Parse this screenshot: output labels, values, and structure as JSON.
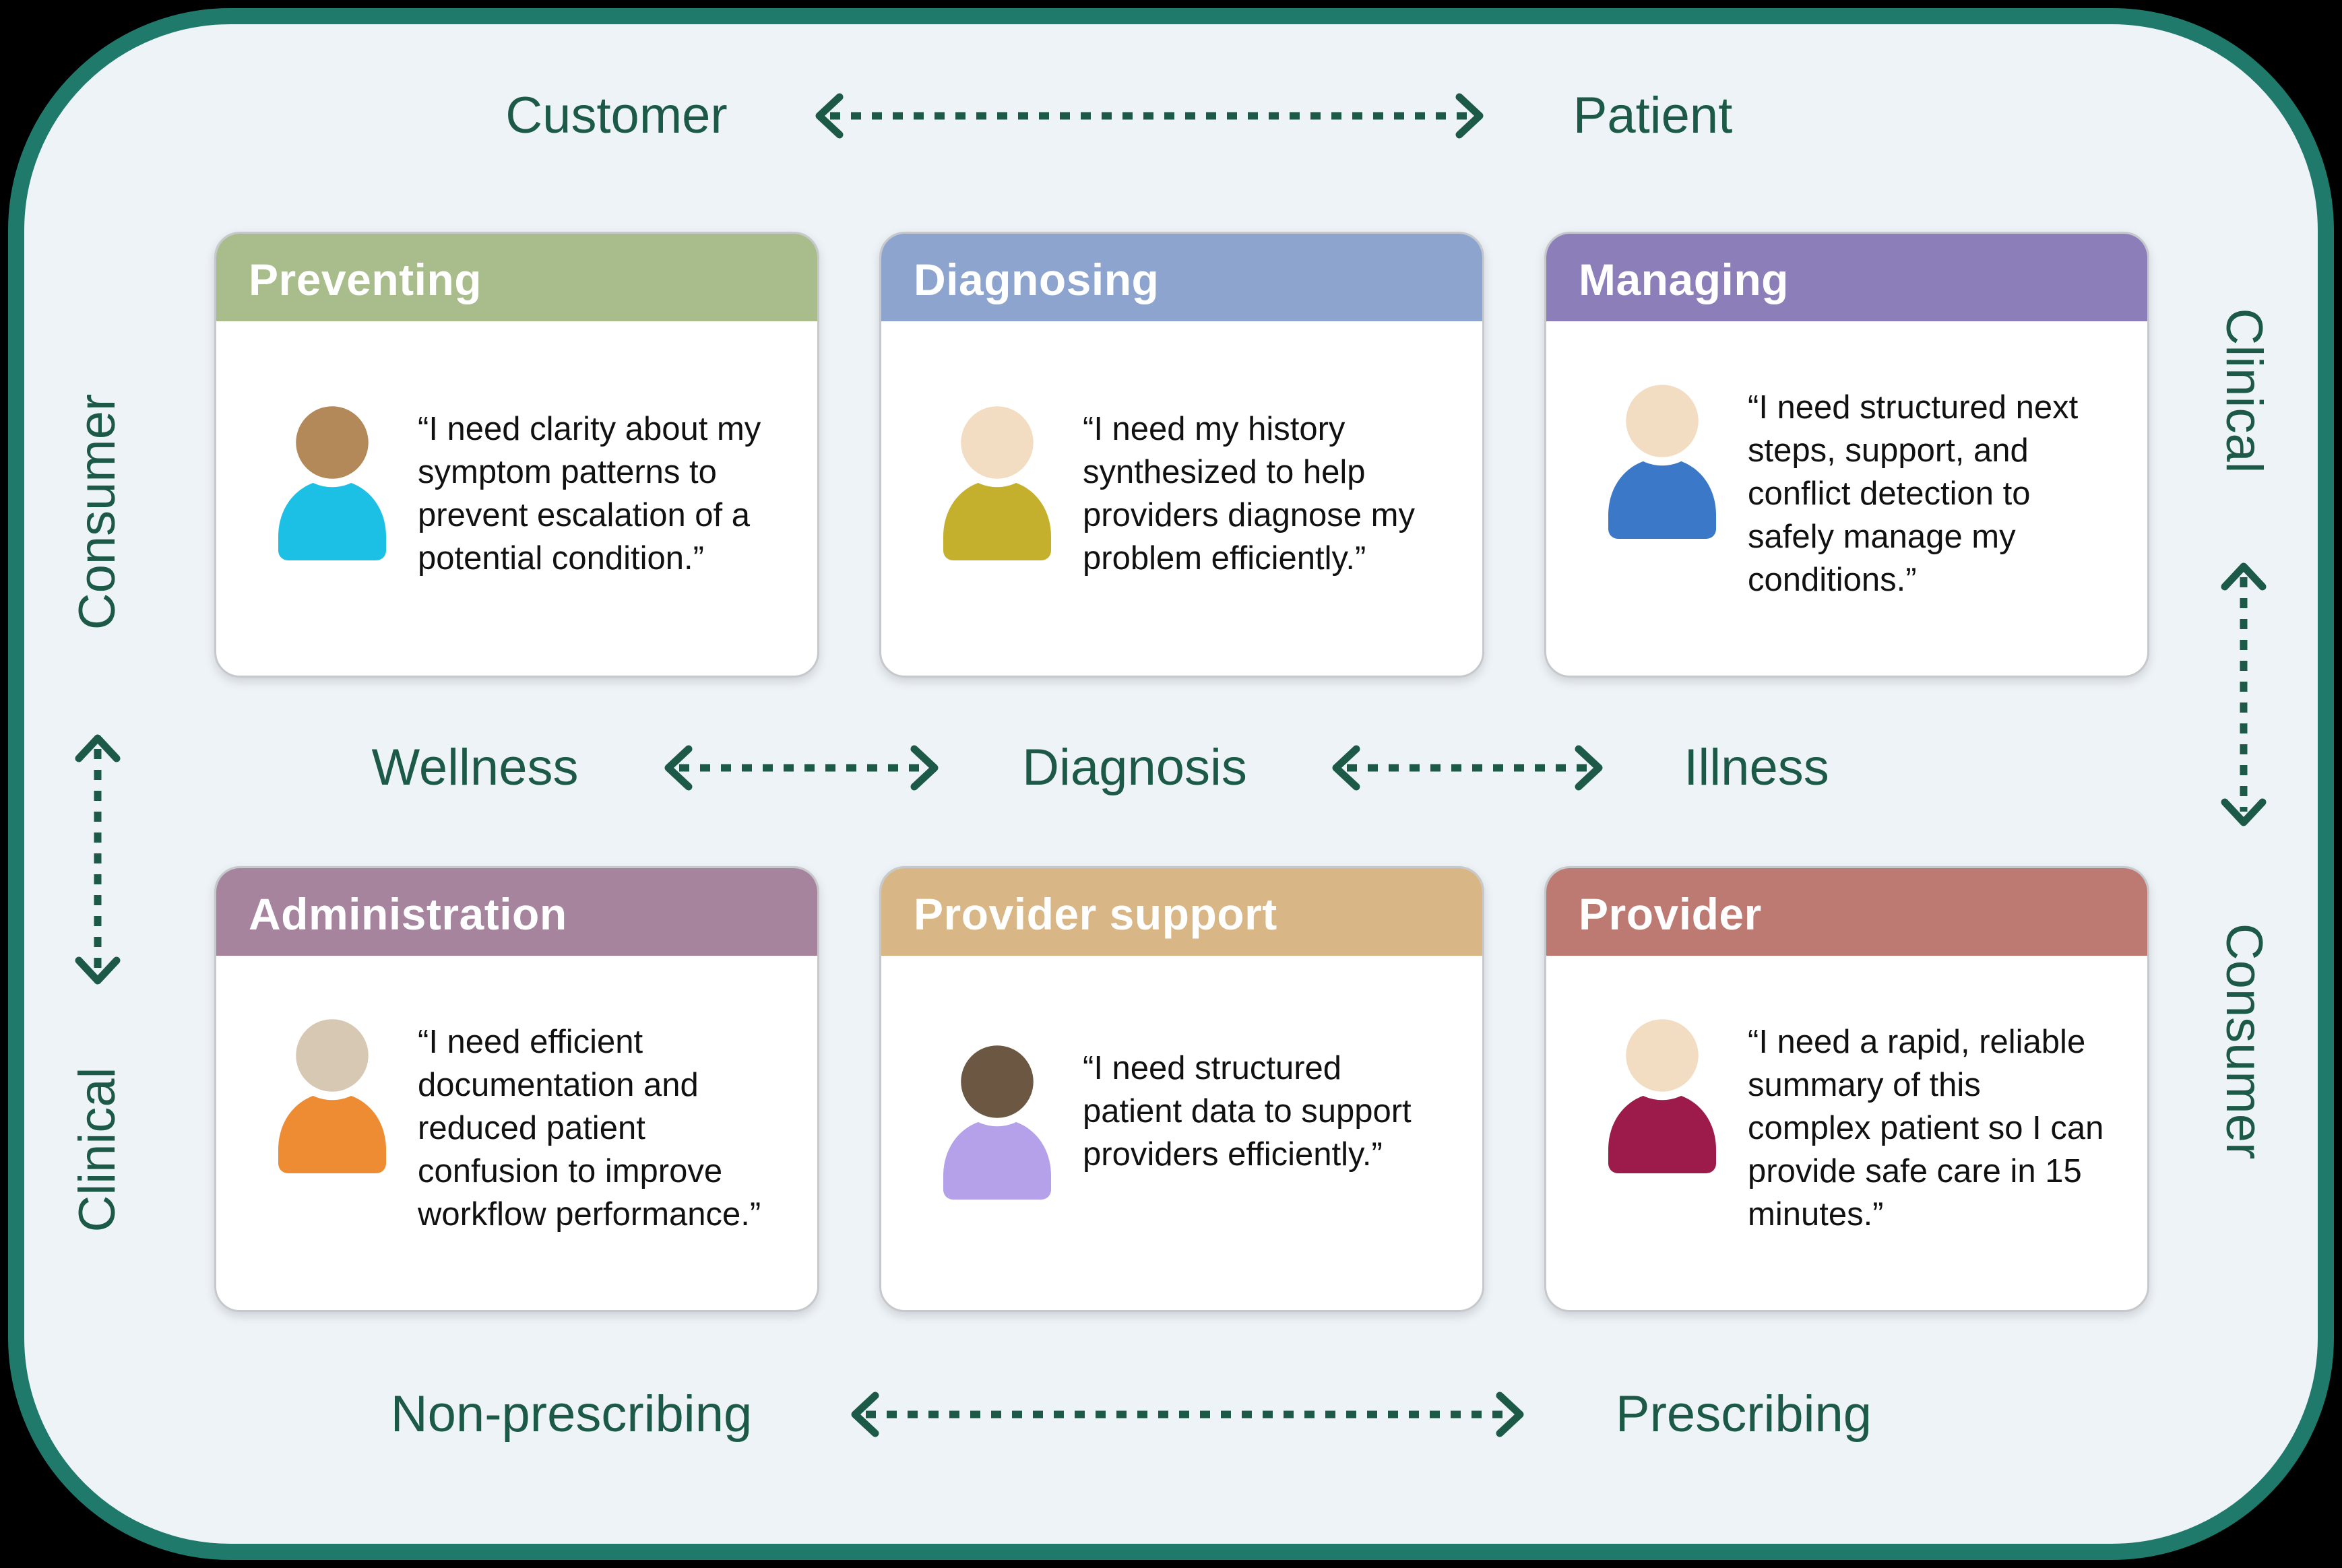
{
  "colors": {
    "page_bg": "#000000",
    "panel_bg": "#eef3f7",
    "panel_border": "#1f7a6b",
    "axis_green": "#1c5a47",
    "quote_text": "#111111",
    "card_border": "#c6c9cc",
    "card_bg": "#ffffff",
    "title_text": "#ffffff"
  },
  "axes": {
    "top": {
      "left": "Customer",
      "right": "Patient"
    },
    "middle": {
      "left": "Wellness",
      "center": "Diagnosis",
      "right": "Illness"
    },
    "bottom": {
      "left": "Non-prescribing",
      "right": "Prescribing"
    },
    "left_side": {
      "top": "Consumer",
      "bottom": "Clinical"
    },
    "right_side": {
      "top": "Clinical",
      "bottom": "Consumer"
    }
  },
  "cards": [
    {
      "title": "Preventing",
      "header_color": "#a8bc8c",
      "head_color": "#b3895a",
      "body_color": "#1cc0e4",
      "quote": "“I need clarity about my symptom patterns to prevent escalation of a potential condition.”"
    },
    {
      "title": "Diagnosing",
      "header_color": "#8ca4ce",
      "head_color": "#f3ddc2",
      "body_color": "#c4b02d",
      "quote": "“I need my history synthesized to help providers diagnose my problem efficiently.”"
    },
    {
      "title": "Managing",
      "header_color": "#8c7eb8",
      "head_color": "#f3ddc2",
      "body_color": "#3b78c8",
      "quote": "“I need structured next steps, support, and conflict detection to safely manage my conditions.”"
    },
    {
      "title": "Administration",
      "header_color": "#a7849d",
      "head_color": "#d6c8b3",
      "body_color": "#ee8c33",
      "quote": "“I need efficient documentation and reduced patient confusion to improve workflow performance.”"
    },
    {
      "title": "Provider support",
      "header_color": "#d8b685",
      "head_color": "#6c5842",
      "body_color": "#b4a1e9",
      "quote": "“I need structured patient data to support providers efficiently.”"
    },
    {
      "title": "Provider",
      "header_color": "#bd7a72",
      "head_color": "#f3ddc2",
      "body_color": "#9c1b4b",
      "quote": "“I need a rapid, reliable summary of this complex patient so I can provide safe care in 15 minutes.”"
    }
  ]
}
